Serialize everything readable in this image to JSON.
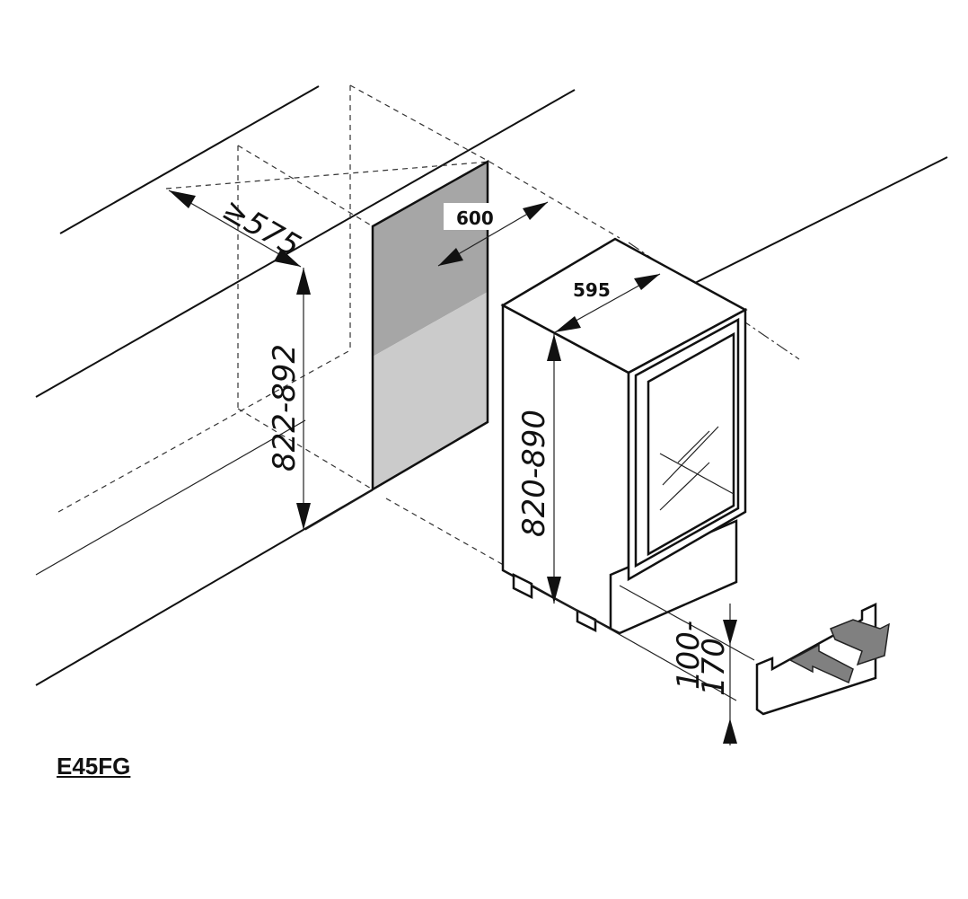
{
  "model": "E45FG",
  "dimensions": {
    "niche_depth": "≥575",
    "niche_width": "600",
    "niche_height": "822-892",
    "appliance_width": "595",
    "appliance_height": "820-890",
    "plinth_height_line1": "100-",
    "plinth_height_line2": "170"
  },
  "colors": {
    "niche_back_upper": "#a6a6a6",
    "niche_back_lower": "#cbcbcb",
    "arrow_fill": "#808080"
  }
}
